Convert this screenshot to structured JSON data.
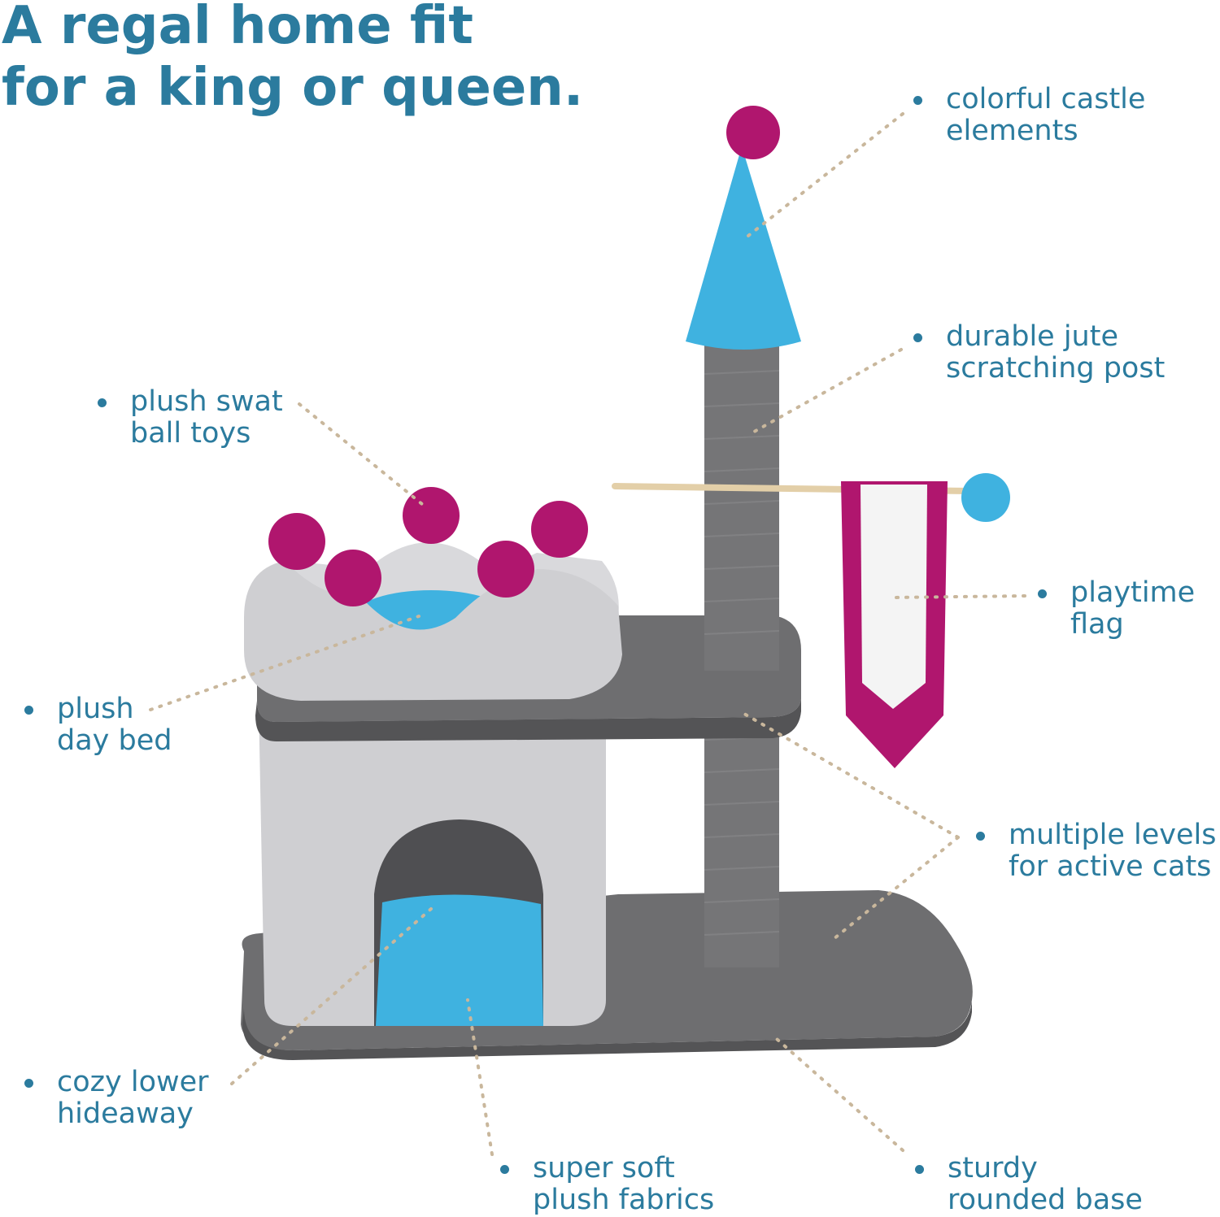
{
  "headline": {
    "line1": "A regal home fit",
    "line2": "for a king or queen."
  },
  "colors": {
    "brand_text": "#2b7b9e",
    "leader_line": "#c9b79c",
    "fur_dark_grey": "#6e6e70",
    "fur_light_grey": "#cfcfd2",
    "fur_blue": "#3fb2e0",
    "fur_magenta": "#b0166e",
    "flag_white": "#f4f4f4"
  },
  "callouts": {
    "castle_elements": {
      "line1": "colorful castle",
      "line2": "elements"
    },
    "jute_post": {
      "line1": "durable jute",
      "line2": "scratching post"
    },
    "swat_balls": {
      "line1": "plush swat",
      "line2": "ball toys"
    },
    "playtime_flag": {
      "line1": "playtime",
      "line2": "flag"
    },
    "day_bed": {
      "line1": "plush",
      "line2": "day bed"
    },
    "multiple_levels": {
      "line1": "multiple levels",
      "line2": "for active cats"
    },
    "hideaway": {
      "line1": "cozy lower",
      "line2": "hideaway"
    },
    "soft_fabrics": {
      "line1": "super soft",
      "line2": "plush fabrics"
    },
    "rounded_base": {
      "line1": "sturdy",
      "line2": "rounded base"
    }
  }
}
